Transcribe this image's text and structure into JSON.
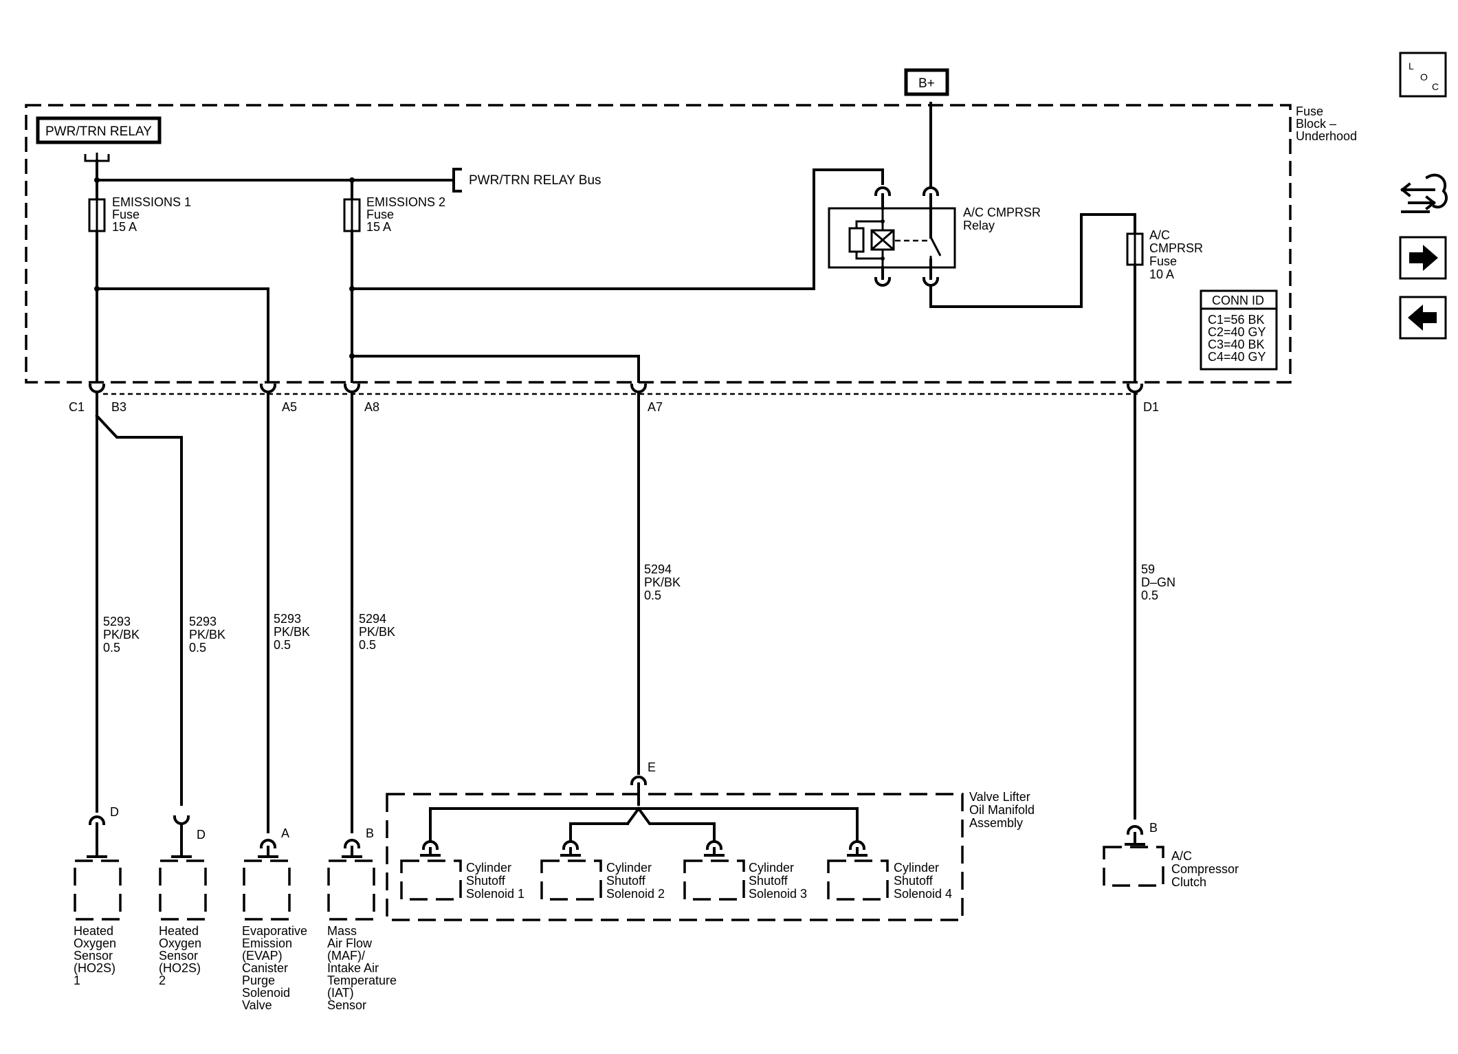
{
  "nav": {
    "loc_label": "LOC",
    "buttons": [
      "loc-icon",
      "connector-info-icon",
      "next-arrow-icon",
      "previous-arrow-icon"
    ]
  },
  "power": {
    "battery": "B+",
    "relay_box": "PWR/TRN RELAY",
    "relay_bus": "PWR/TRN RELAY Bus"
  },
  "fuse_block": {
    "title": [
      "Fuse",
      "Block –",
      "Underhood"
    ],
    "conn_id_title": "CONN ID",
    "conn_ids": [
      "C1=56 BK",
      "C2=40 GY",
      "C3=40 BK",
      "C4=40 GY"
    ]
  },
  "fuses": [
    {
      "lines": [
        "EMISSIONS 1",
        "Fuse",
        "15 A"
      ]
    },
    {
      "lines": [
        "EMISSIONS 2",
        "Fuse",
        "15 A"
      ]
    },
    {
      "lines": [
        "A/C",
        "CMPRSR",
        "Fuse",
        "10 A"
      ]
    }
  ],
  "relay": {
    "lines": [
      "A/C CMPRSR",
      "Relay"
    ]
  },
  "pins": {
    "c1": "C1",
    "b3": "B3",
    "a5": "A5",
    "a8": "A8",
    "a7": "A7",
    "d1": "D1"
  },
  "wires": [
    {
      "lines": [
        "5293",
        "PK/BK",
        "0.5"
      ]
    },
    {
      "lines": [
        "5293",
        "PK/BK",
        "0.5"
      ]
    },
    {
      "lines": [
        "5293",
        "PK/BK",
        "0.5"
      ]
    },
    {
      "lines": [
        "5294",
        "PK/BK",
        "0.5"
      ]
    },
    {
      "lines": [
        "5294",
        "PK/BK",
        "0.5"
      ]
    },
    {
      "lines": [
        "59",
        "D–GN",
        "0.5"
      ]
    }
  ],
  "component_pins": {
    "ho2s1": "D",
    "ho2s2": "D",
    "evap": "A",
    "maf": "B",
    "valve": "E",
    "clutch": "B"
  },
  "components": [
    {
      "lines": [
        "Heated",
        "Oxygen",
        "Sensor",
        "(HO2S)",
        "1"
      ]
    },
    {
      "lines": [
        "Heated",
        "Oxygen",
        "Sensor",
        "(HO2S)",
        "2"
      ]
    },
    {
      "lines": [
        "Evaporative",
        "Emission",
        "(EVAP)",
        "Canister",
        "Purge",
        "Solenoid",
        "Valve"
      ]
    },
    {
      "lines": [
        "Mass",
        "Air Flow",
        "(MAF)/",
        "Intake Air",
        "Temperature",
        "(IAT)",
        "Sensor"
      ]
    }
  ],
  "valve_assembly": {
    "lines": [
      "Valve Lifter",
      "Oil Manifold",
      "Assembly"
    ]
  },
  "solenoids": [
    {
      "lines": [
        "Cylinder",
        "Shutoff",
        "Solenoid 1"
      ]
    },
    {
      "lines": [
        "Cylinder",
        "Shutoff",
        "Solenoid 2"
      ]
    },
    {
      "lines": [
        "Cylinder",
        "Shutoff",
        "Solenoid 3"
      ]
    },
    {
      "lines": [
        "Cylinder",
        "Shutoff",
        "Solenoid 4"
      ]
    }
  ],
  "clutch": {
    "lines": [
      "A/C",
      "Compressor",
      "Clutch"
    ]
  }
}
